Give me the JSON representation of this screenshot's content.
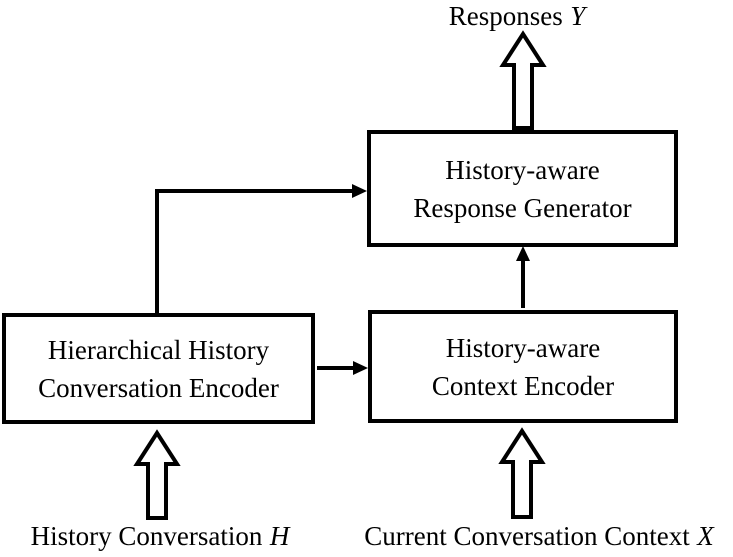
{
  "diagram": {
    "output_label": {
      "text": "Responses",
      "var": "Y"
    },
    "nodes": {
      "response_generator": {
        "line1": "History-aware",
        "line2": "Response Generator"
      },
      "history_encoder": {
        "line1": "Hierarchical History",
        "line2": "Conversation Encoder"
      },
      "context_encoder": {
        "line1": "History-aware",
        "line2": "Context Encoder"
      }
    },
    "input_labels": {
      "history": {
        "text": "History Conversation",
        "var": "H"
      },
      "context": {
        "text": "Current Conversation Context",
        "var": "X"
      }
    },
    "colors": {
      "line": "#000000",
      "background": "#ffffff",
      "text": "#000000"
    }
  }
}
